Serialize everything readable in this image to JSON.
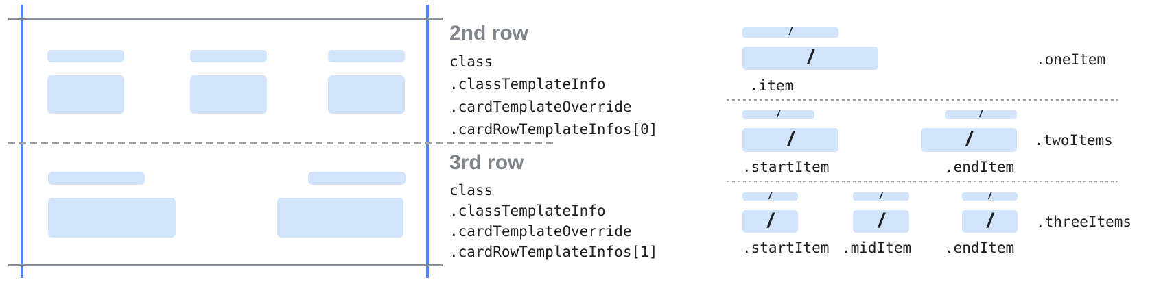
{
  "colors": {
    "placeholder_fill": "#D2E3FC",
    "guide_blue": "#4D85F2",
    "guide_gray": "#878C92",
    "divider_gray": "#9AA0A6",
    "heading_gray": "#80868B",
    "code_text": "#202124"
  },
  "glyphs": {
    "slash": "/"
  },
  "annotations": [
    {
      "title": "2nd row",
      "code_lines": [
        "class",
        ".classTemplateInfo",
        ".cardTemplateOverride",
        ".cardRowTemplateInfos[0]"
      ]
    },
    {
      "title": "3rd row",
      "code_lines": [
        "class",
        ".classTemplateInfo",
        ".cardTemplateOverride",
        ".cardRowTemplateInfos[1]"
      ]
    }
  ],
  "item_layouts": [
    {
      "layout_label": ".oneItem",
      "item_labels": [
        ".item"
      ]
    },
    {
      "layout_label": ".twoItems",
      "item_labels": [
        ".startItem",
        ".endItem"
      ]
    },
    {
      "layout_label": ".threeItems",
      "item_labels": [
        ".startItem",
        ".midItem",
        ".endItem"
      ]
    }
  ]
}
